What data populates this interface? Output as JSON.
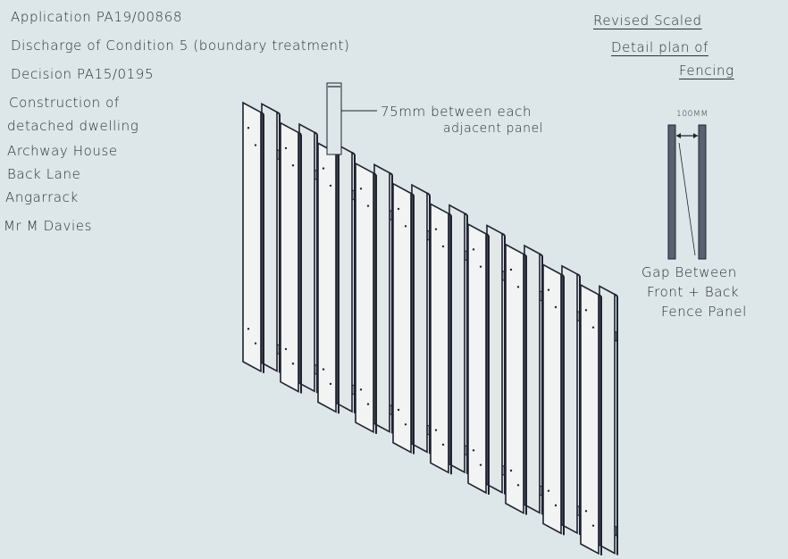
{
  "notes": {
    "lines": [
      "Application PA19/00868",
      "Discharge of Condition 5 (boundary treatment)",
      "Decision PA15/0195",
      "Construction of",
      "detached dwelling",
      "Archway House",
      "Back Lane",
      "Angarrack",
      "Mr M Davies"
    ]
  },
  "title": {
    "line1": "Revised Scaled",
    "line2": "Detail plan of",
    "line3": "Fencing"
  },
  "fence_callout": {
    "line1": "75mm between each",
    "line2": "adjacent panel"
  },
  "gap_detail": {
    "dimension": "100MM",
    "line1": "Gap Between",
    "line2": "Front + Back",
    "line3": "Fence Panel"
  },
  "colors": {
    "paper": "#dde6e8",
    "ink": "#2a2f3a"
  }
}
